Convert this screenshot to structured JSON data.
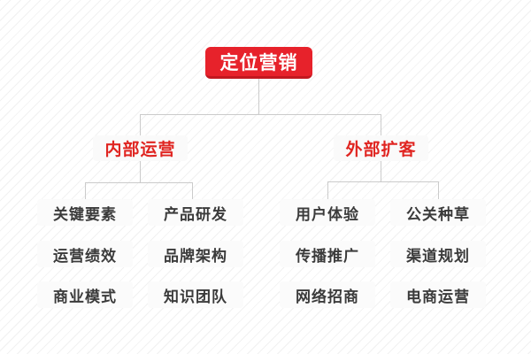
{
  "diagram": {
    "root": {
      "label": "定位营销"
    },
    "branches": [
      {
        "label": "内部运营",
        "children": [
          "关键要素",
          "产品研发",
          "运营绩效",
          "品牌架构",
          "商业模式",
          "知识团队"
        ]
      },
      {
        "label": "外部扩客",
        "children": [
          "用户体验",
          "公关种草",
          "传播推广",
          "渠道规划",
          "网络招商",
          "电商运营"
        ]
      }
    ]
  },
  "colors": {
    "accent_red": "#e7222b",
    "accent_red_dark": "#c2181f",
    "branch_text_red": "#e02521",
    "leaf_text": "#3b3b3b",
    "node_background": "#fafafa",
    "connector_line": "#cbcbcb",
    "background_stripe": "#f1f1f1"
  }
}
